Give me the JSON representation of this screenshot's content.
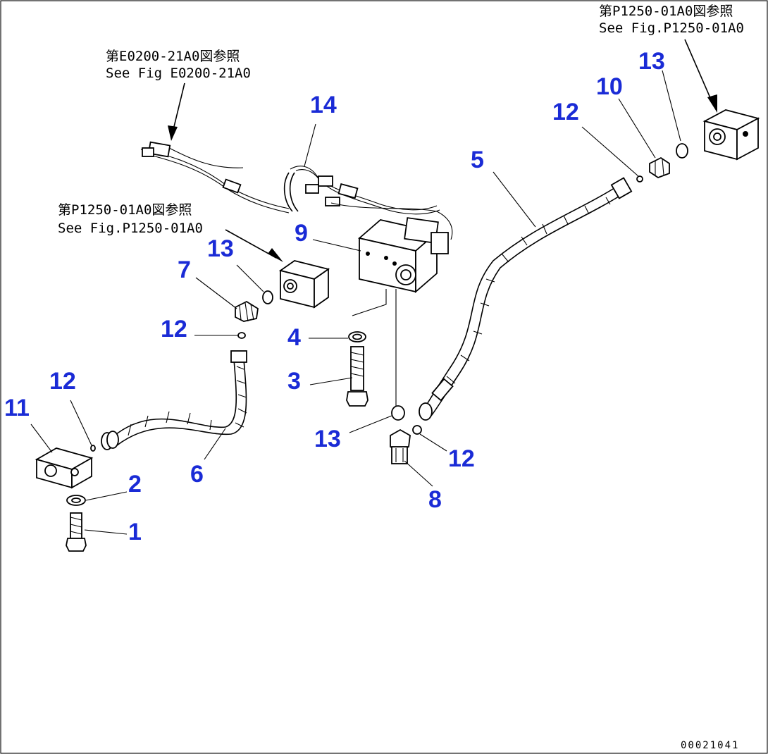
{
  "references": {
    "ref_top_right_jp": "第P1250-01A0図参照",
    "ref_top_right_en": "See Fig.P1250-01A0",
    "ref_top_left_jp": "第E0200-21A0図参照",
    "ref_top_left_en": "See Fig E0200-21A0",
    "ref_mid_left_jp": "第P1250-01A0図参照",
    "ref_mid_left_en": "See Fig.P1250-01A0"
  },
  "callouts": {
    "c14": "14",
    "c13_top": "13",
    "c10": "10",
    "c12_top": "12",
    "c5": "5",
    "c9": "9",
    "c13_mid": "13",
    "c7": "7",
    "c12_mid": "12",
    "c4": "4",
    "c3": "3",
    "c12_left": "12",
    "c11": "11",
    "c6": "6",
    "c13_low": "13",
    "c12_low": "12",
    "c8": "8",
    "c2": "2",
    "c1": "1"
  },
  "drawing_number": "00021041",
  "colors": {
    "callout": "#1a2bd6",
    "line": "#000000",
    "background": "#ffffff"
  }
}
